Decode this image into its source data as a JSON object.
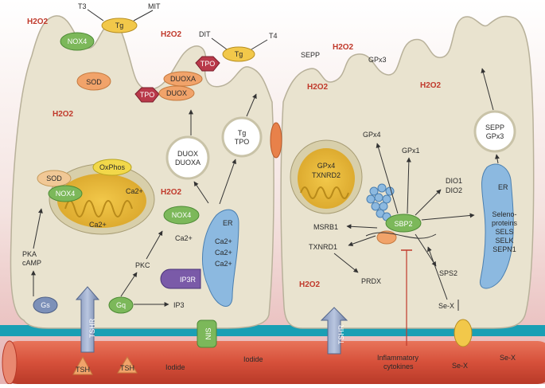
{
  "h2o2": "H2O2",
  "top": {
    "t3": "T3",
    "mit": "MIT",
    "dit": "DIT",
    "t4": "T4",
    "sepp": "SEPP",
    "gpx3": "GPx3"
  },
  "left_cell": {
    "tg": "Tg",
    "nox4_apical": "NOX4",
    "sod_apical": "SOD",
    "tpo": "TPO",
    "duoxa": "DUOXA",
    "duox": "DUOX",
    "mito_sod": "SOD",
    "mito_oxphos": "OxPhos",
    "mito_nox4": "NOX4",
    "ca2": "Ca2+",
    "pka": "PKA",
    "camp": "cAMP",
    "pkc": "PKC",
    "gs": "Gs",
    "gq": "Gq",
    "ip3": "IP3",
    "ip3r": "IP3R",
    "nox4": "NOX4",
    "ca2_free": "Ca2+",
    "er": "ER",
    "vesicle1": [
      "DUOX",
      "DUOXA"
    ],
    "vesicle2": [
      "Tg",
      "TPO"
    ],
    "tshr": "TSHR",
    "nis": "NIS"
  },
  "right_cell": {
    "mito_line1": "GPx4",
    "mito_line2": "TXNRD2",
    "gpx4": "GPx4",
    "gpx1": "GPx1",
    "dio1": "DIO1",
    "dio2": "DIO2",
    "msrb1": "MSRB1",
    "txnrd1": "TXNRD1",
    "prdx": "PRDX",
    "sps2": "SPS2",
    "sbp2": "SBP2",
    "sex": "Se-X",
    "vesicle": [
      "SEPP",
      "GPx3"
    ],
    "er": "ER",
    "er_proteins": [
      "Seleno-",
      "proteins",
      "SELS",
      "SELK",
      "SEPN1"
    ],
    "tshr": "TSHR"
  },
  "blood": {
    "tsh": "TSH",
    "iodide": "Iodide",
    "inflammatory": [
      "Inflammatory",
      "cytokines"
    ],
    "sex": "Se-X"
  }
}
